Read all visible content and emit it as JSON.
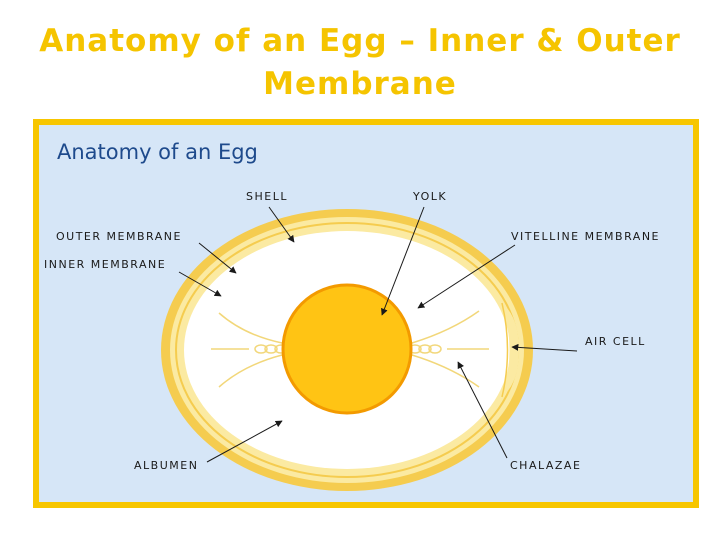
{
  "slide": {
    "title_line1": "Anatomy of an Egg – Inner & Outer",
    "title_line2": "Membrane"
  },
  "diagram": {
    "heading": "Anatomy of an Egg",
    "labels": {
      "shell": "SHELL",
      "yolk": "YOLK",
      "outer_membrane": "OUTER MEMBRANE",
      "inner_membrane": "INNER MEMBRANE",
      "vitelline_membrane": "VITELLINE MEMBRANE",
      "air_cell": "AIR CELL",
      "albumen": "ALBUMEN",
      "chalazae": "CHALAZAE"
    },
    "colors": {
      "title": "#f5c400",
      "frame_border": "#f7c600",
      "background": "#d6e6f7",
      "shell": "#f5cc4f",
      "membrane": "#fbeaa2",
      "albumen": "#ffffff",
      "yolk": "#ffc414",
      "yolk_outline": "#f39a00",
      "heading": "#1e4a8c"
    }
  }
}
